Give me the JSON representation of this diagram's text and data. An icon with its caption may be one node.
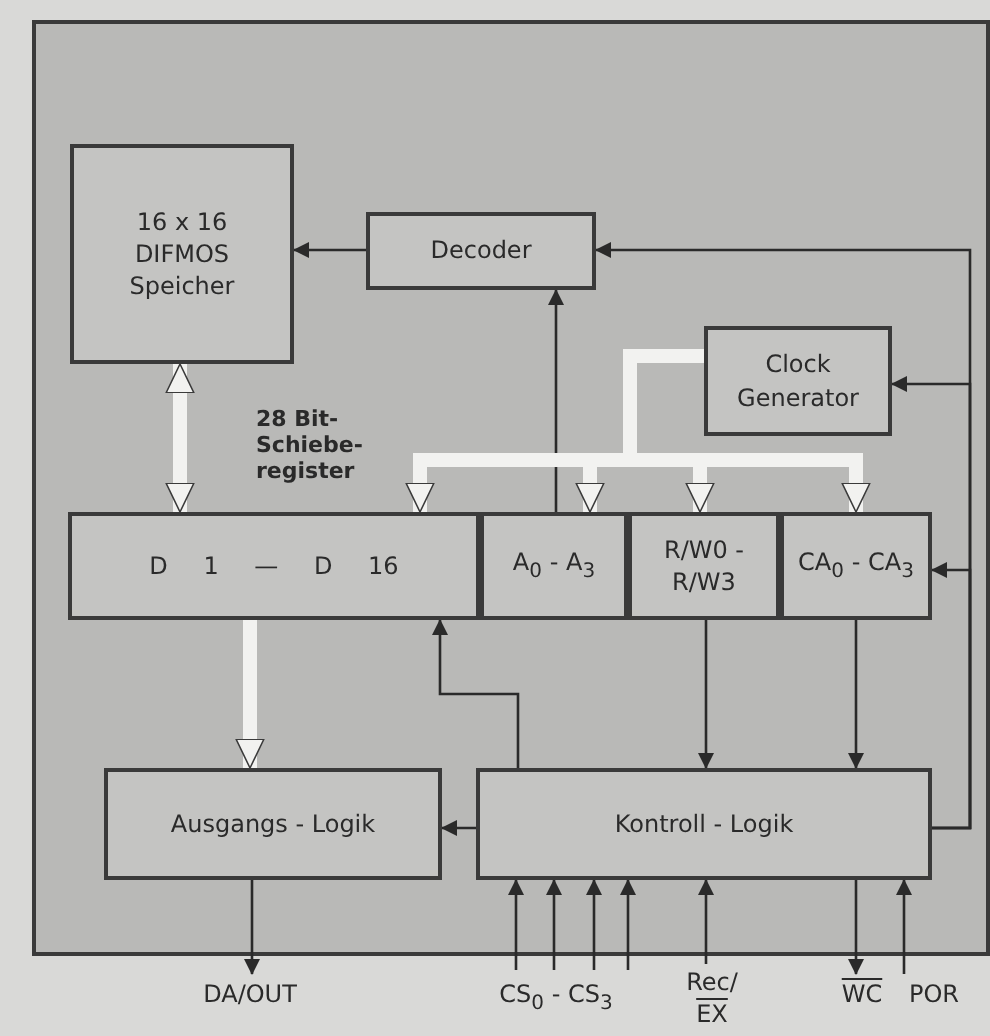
{
  "diagram": {
    "nodes": [
      {
        "text": [],
        "shape": "box"
      },
      {
        "text": [
          "16 x 16",
          "DIFMOS",
          "Speicher"
        ],
        "in": 0
      },
      {
        "text": [
          "Decoder"
        ],
        "in": 0
      },
      {
        "text": [
          "Clock Generator"
        ],
        "in": 0
      },
      {
        "text": [
          "D 1 — D 16"
        ],
        "in": 0
      },
      {
        "text": [
          "A$_{0}$ - A$_{3}$"
        ],
        "in": 0
      },
      {
        "text": [
          "R/W0 - R/W3"
        ],
        "in": 0
      },
      {
        "text": [
          "CA$_{0}$ - CA$_{3}$"
        ],
        "in": 0
      },
      {
        "text": [
          "Ausgangs - Logik"
        ],
        "in": 0
      },
      {
        "text": [
          "Kontroll - Logik"
        ],
        "in": 0
      },
      {
        "text": [
          "DA/OUT"
        ]
      },
      {
        "text": [
          "CS$_{0}$ - CS$_{3}$"
        ]
      },
      {
        "text": [
          "Rec/",
          "EX"
        ]
      },
      {
        "text": [
          "WC"
        ]
      },
      {
        "text": [
          "POR"
        ]
      }
    ],
    "edges": [
      {
        "from": 1,
        "to": 4,
        "arrow": "both",
        "style": "thick",
        "color": "#f2f2f0"
      },
      {
        "from": 2,
        "to": 1,
        "arrow": "to"
      },
      {
        "from": 9,
        "to": 2,
        "arrow": "to"
      },
      {
        "from": 9,
        "to": 3,
        "arrow": "to"
      },
      {
        "from": 9,
        "to": 7,
        "arrow": "to"
      },
      {
        "from": 5,
        "to": 2,
        "arrow": "to"
      },
      {
        "from": 3,
        "to": 4,
        "arrow": "to",
        "style": "thick",
        "color": "#f2f2f0"
      },
      {
        "from": 3,
        "to": 5,
        "arrow": "to",
        "style": "thick",
        "color": "#f2f2f0"
      },
      {
        "from": 3,
        "to": 6,
        "arrow": "to",
        "style": "thick",
        "color": "#f2f2f0"
      },
      {
        "from": 3,
        "to": 7,
        "arrow": "to",
        "style": "thick",
        "color": "#f2f2f0"
      },
      {
        "from": 4,
        "to": 8,
        "arrow": "to",
        "style": "thick",
        "color": "#f2f2f0"
      },
      {
        "from": 9,
        "to": 4,
        "arrow": "to"
      },
      {
        "from": 9,
        "to": 8,
        "arrow": "to"
      },
      {
        "from": 6,
        "to": 9,
        "arrow": "to"
      },
      {
        "from": 7,
        "to": 9,
        "arrow": "to"
      },
      {
        "from": 8,
        "to": 10,
        "arrow": "to"
      },
      {
        "from": 11,
        "to": 9,
        "arrow": "to"
      },
      {
        "from": 11,
        "to": 9,
        "arrow": "to"
      },
      {
        "from": 11,
        "to": 9,
        "arrow": "to"
      },
      {
        "from": 11,
        "to": 9,
        "arrow": "to"
      },
      {
        "from": 12,
        "to": 9,
        "arrow": "to"
      },
      {
        "from": 9,
        "to": 13,
        "arrow": "to"
      },
      {
        "from": 14,
        "to": 9,
        "arrow": "to"
      }
    ],
    "labels": [
      "28 Bit- Schiebe- register"
    ]
  }
}
